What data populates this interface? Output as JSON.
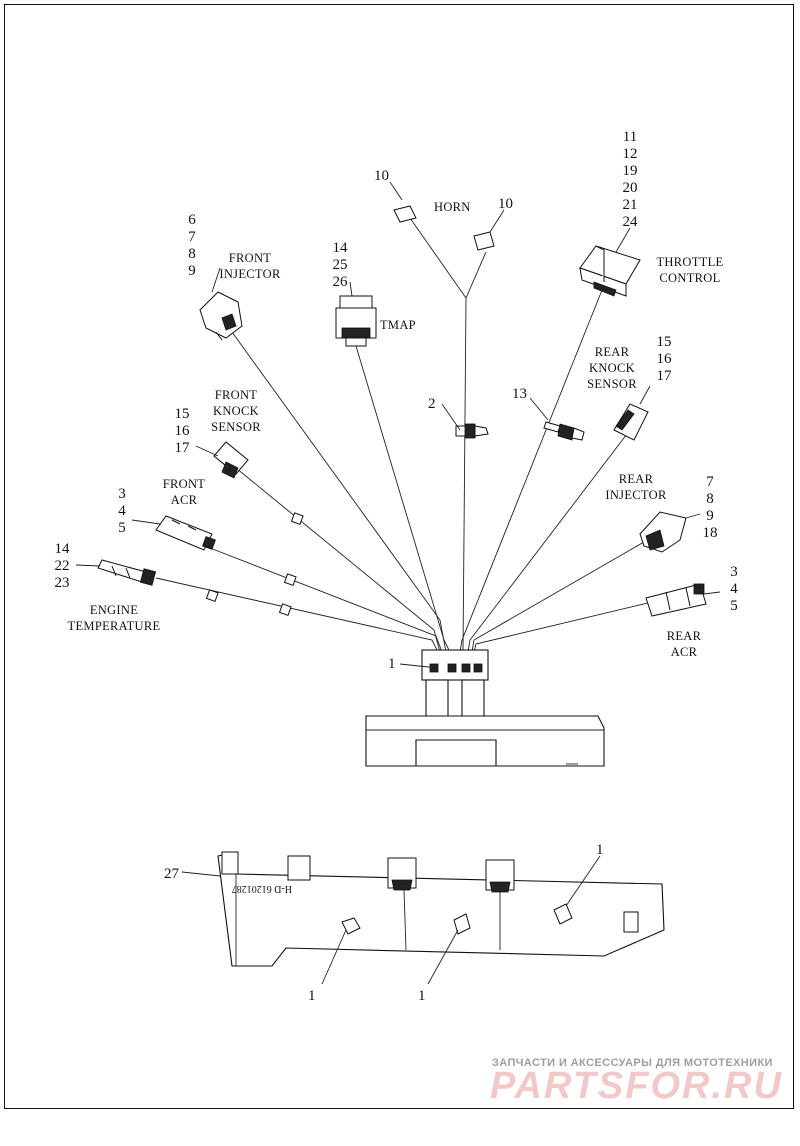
{
  "callouts": {
    "horn_left": "10",
    "horn_right": "10",
    "front_injector": [
      "6",
      "7",
      "8",
      "9"
    ],
    "tmap": [
      "14",
      "25",
      "26"
    ],
    "throttle_control": [
      "11",
      "12",
      "19",
      "20",
      "21",
      "24"
    ],
    "front_knock_sensor": [
      "15",
      "16",
      "17"
    ],
    "rear_knock_sensor": [
      "15",
      "16",
      "17"
    ],
    "item_2": "2",
    "item_13": "13",
    "front_acr": [
      "3",
      "4",
      "5"
    ],
    "engine_temperature": [
      "14",
      "22",
      "23"
    ],
    "rear_injector": [
      "7",
      "8",
      "9",
      "18"
    ],
    "rear_acr": [
      "3",
      "4",
      "5"
    ],
    "item_1_top": "1",
    "item_27": "27",
    "item_1_bottom_a": "1",
    "item_1_bottom_b": "1",
    "item_1_bottom_c": "1"
  },
  "labels": {
    "horn": "HORN",
    "front_injector": [
      "FRONT",
      "INJECTOR"
    ],
    "tmap": "TMAP",
    "throttle_control": [
      "THROTTLE",
      "CONTROL"
    ],
    "front_knock_sensor": [
      "FRONT",
      "KNOCK",
      "SENSOR"
    ],
    "rear_knock_sensor": [
      "REAR",
      "KNOCK",
      "SENSOR"
    ],
    "front_acr": [
      "FRONT",
      "ACR"
    ],
    "engine_temperature": [
      "ENGINE",
      "TEMPERATURE"
    ],
    "rear_injector": [
      "REAR",
      "INJECTOR"
    ],
    "rear_acr": [
      "REAR",
      "ACR"
    ]
  },
  "ecm_marking": "H-D 61201287",
  "watermark": {
    "tagline": "ЗАПЧАСТИ И АКСЕССУАРЫ ДЛЯ МОТОТЕХНИКИ",
    "brand": "PARTSFOR.RU"
  }
}
